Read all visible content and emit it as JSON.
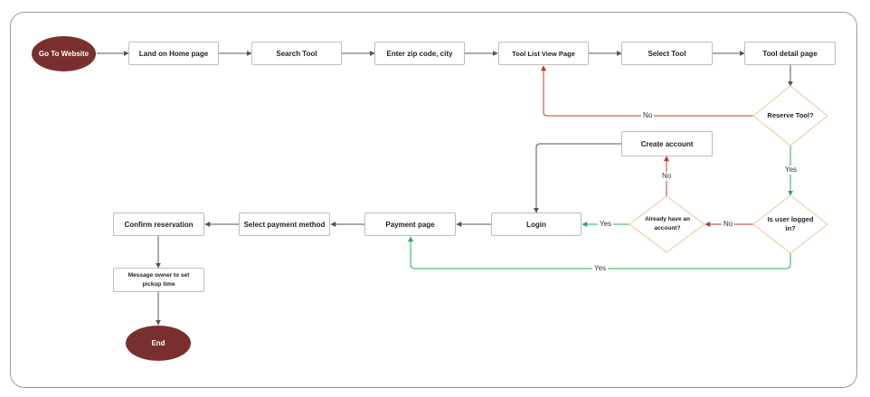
{
  "nodes": {
    "start": "Go To Website",
    "home": "Land on Home page",
    "search": "Search Tool",
    "zip": "Enter zip code, city",
    "list": "Tool List View Page",
    "select": "Select Tool",
    "detail": "Tool detail page",
    "reserve": "Reserve Tool?",
    "create": "Create account",
    "logged": "Is user logged in?",
    "have_account": "Already have an account?",
    "login": "Login",
    "payment": "Payment page",
    "method": "Select payment method",
    "confirm": "Confirm reservation",
    "message": "Message owner to set pickup time",
    "end": "End"
  },
  "edge_labels": {
    "reserve_no": "No",
    "reserve_yes": "Yes",
    "logged_no": "No",
    "account_no": "No",
    "account_yes": "Yes",
    "logged_yes": "Yes"
  },
  "colors": {
    "terminal": "#7a2f2f",
    "decision_border": "#f1c79a",
    "no_edge": "#c0392b",
    "yes_edge": "#27ae60",
    "default_edge": "#555555"
  }
}
